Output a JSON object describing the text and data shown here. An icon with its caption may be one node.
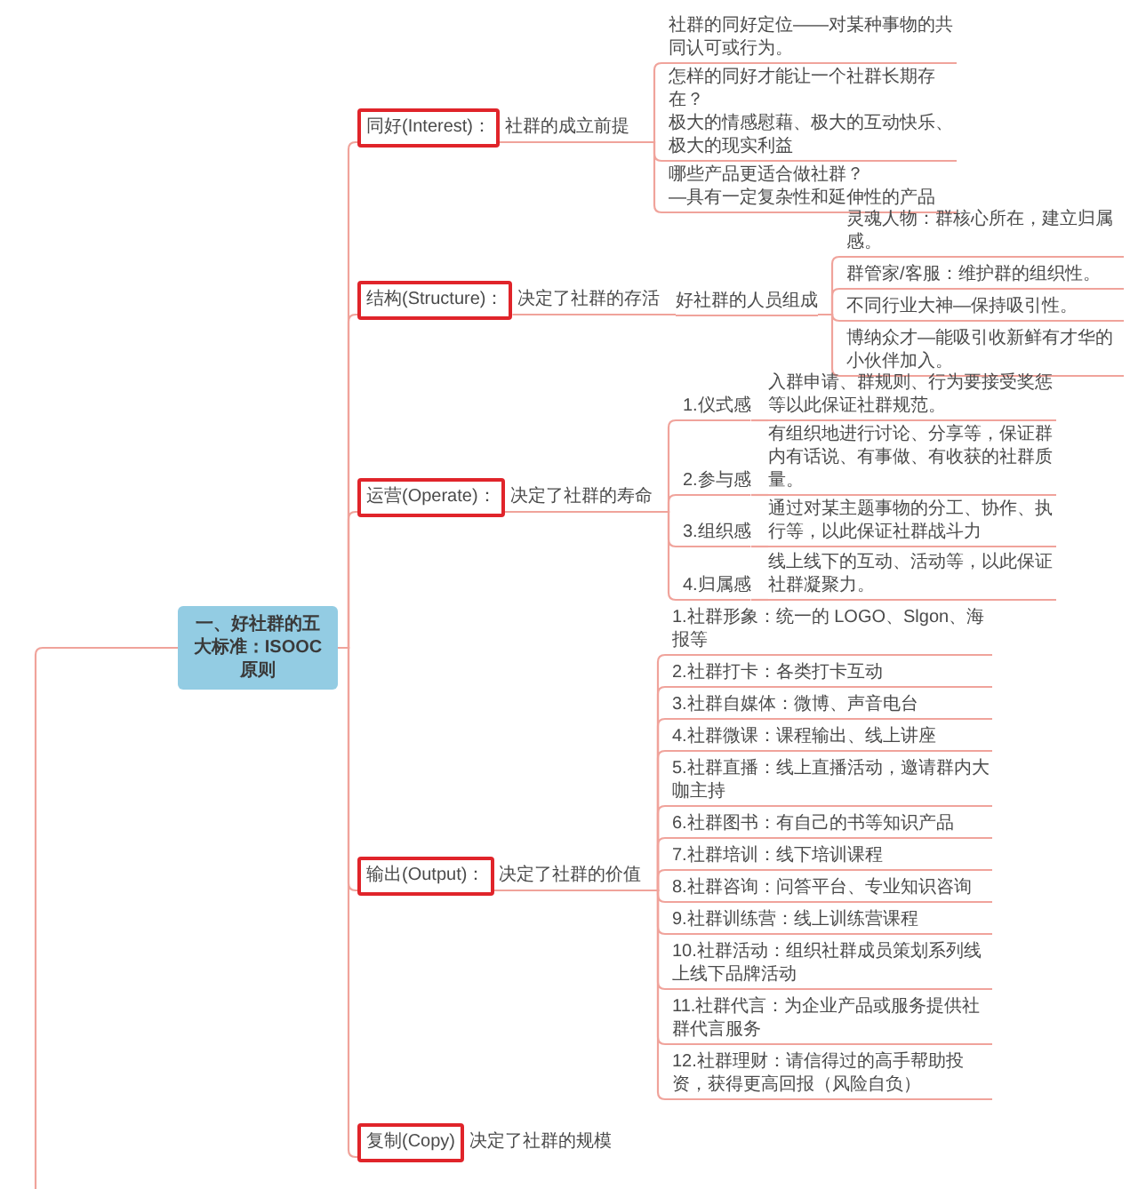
{
  "diagram": {
    "nodes": [
      {
        "text": [
          "一、好社群的五大标准：ISOOC原则"
        ]
      },
      {
        "text": [
          "同好(Interest)："
        ],
        "beside": [
          "社群的成立前提"
        ]
      },
      {
        "text": [
          "社群的同好定位——对某种事物的共同认可或行为。"
        ]
      },
      {
        "text": [
          "怎样的同好才能让一个社群长期存在？",
          "极大的情感慰藉、极大的互动快乐、极大的现实利益"
        ]
      },
      {
        "text": [
          "哪些产品更适合做社群？",
          "—具有一定复杂性和延伸性的产品"
        ]
      },
      {
        "text": [
          "结构(Structure)："
        ],
        "beside": [
          "决定了社群的存活"
        ]
      },
      {
        "text": [
          "好社群的人员组成"
        ]
      },
      {
        "text": [
          "灵魂人物：群核心所在，建立归属感。"
        ]
      },
      {
        "text": [
          "群管家/客服：维护群的组织性。"
        ]
      },
      {
        "text": [
          "不同行业大神—保持吸引性。"
        ]
      },
      {
        "text": [
          "博纳众才—能吸引收新鲜有才华的小伙伴加入。"
        ]
      },
      {
        "text": [
          "运营(Operate)："
        ],
        "beside": [
          "决定了社群的寿命"
        ]
      },
      {
        "text": [
          "1.仪式感"
        ]
      },
      {
        "text": [
          "入群申请、群规则、行为要接受奖惩等以此保证社群规范。"
        ]
      },
      {
        "text": [
          "2.参与感"
        ]
      },
      {
        "text": [
          "有组织地进行讨论、分享等，保证群内有话说、有事做、有收获的社群质量。"
        ]
      },
      {
        "text": [
          "3.组织感"
        ]
      },
      {
        "text": [
          "通过对某主题事物的分工、协作、执行等，以此保证社群战斗力"
        ]
      },
      {
        "text": [
          "4.归属感"
        ]
      },
      {
        "text": [
          "线上线下的互动、活动等，以此保证社群凝聚力。"
        ]
      },
      {
        "text": [
          "输出(Output)："
        ],
        "beside": [
          "决定了社群的价值"
        ]
      },
      {
        "text": [
          "1.社群形象：统一的 LOGO、Slgon、海报等"
        ]
      },
      {
        "text": [
          "2.社群打卡：各类打卡互动"
        ]
      },
      {
        "text": [
          "3.社群自媒体：微博、声音电台"
        ]
      },
      {
        "text": [
          "4.社群微课：课程输出、线上讲座"
        ]
      },
      {
        "text": [
          "5.社群直播：线上直播活动，邀请群内大咖主持"
        ]
      },
      {
        "text": [
          "6.社群图书：有自己的书等知识产品"
        ]
      },
      {
        "text": [
          "7.社群培训：线下培训课程"
        ]
      },
      {
        "text": [
          "8.社群咨询：问答平台、专业知识咨询"
        ]
      },
      {
        "text": [
          "9.社群训练营：线上训练营课程"
        ]
      },
      {
        "text": [
          "10.社群活动：组织社群成员策划系列线上线下品牌活动"
        ]
      },
      {
        "text": [
          "11.社群代言：为企业产品或服务提供社群代言服务"
        ]
      },
      {
        "text": [
          "12.社群理财：请信得过的高手帮助投资，获得更高回报（风险自负）"
        ]
      },
      {
        "text": [
          "复制(Copy)"
        ],
        "beside": [
          "决定了社群的规模"
        ]
      }
    ],
    "edges": [
      {
        "from": null,
        "to": 0,
        "arrow": "none"
      },
      {
        "from": 0,
        "to": 1,
        "arrow": "none"
      },
      {
        "from": 1,
        "to": 2,
        "arrow": "none"
      },
      {
        "from": 1,
        "to": 3,
        "arrow": "none"
      },
      {
        "from": 1,
        "to": 4,
        "arrow": "none"
      },
      {
        "from": 0,
        "to": 5,
        "arrow": "none"
      },
      {
        "from": 5,
        "to": 6,
        "arrow": "none"
      },
      {
        "from": 6,
        "to": 7,
        "arrow": "none"
      },
      {
        "from": 6,
        "to": 8,
        "arrow": "none"
      },
      {
        "from": 6,
        "to": 9,
        "arrow": "none"
      },
      {
        "from": 6,
        "to": 10,
        "arrow": "none"
      },
      {
        "from": 0,
        "to": 11,
        "arrow": "none"
      },
      {
        "from": 11,
        "to": 12,
        "arrow": "none"
      },
      {
        "from": 12,
        "to": 13,
        "arrow": "none"
      },
      {
        "from": 11,
        "to": 14,
        "arrow": "none"
      },
      {
        "from": 14,
        "to": 15,
        "arrow": "none"
      },
      {
        "from": 11,
        "to": 16,
        "arrow": "none"
      },
      {
        "from": 16,
        "to": 17,
        "arrow": "none"
      },
      {
        "from": 11,
        "to": 18,
        "arrow": "none"
      },
      {
        "from": 18,
        "to": 19,
        "arrow": "none"
      },
      {
        "from": 0,
        "to": 20,
        "arrow": "none"
      },
      {
        "from": 20,
        "to": 21,
        "arrow": "none"
      },
      {
        "from": 20,
        "to": 22,
        "arrow": "none"
      },
      {
        "from": 20,
        "to": 23,
        "arrow": "none"
      },
      {
        "from": 20,
        "to": 24,
        "arrow": "none"
      },
      {
        "from": 20,
        "to": 25,
        "arrow": "none"
      },
      {
        "from": 20,
        "to": 26,
        "arrow": "none"
      },
      {
        "from": 20,
        "to": 27,
        "arrow": "none"
      },
      {
        "from": 20,
        "to": 28,
        "arrow": "none"
      },
      {
        "from": 20,
        "to": 29,
        "arrow": "none"
      },
      {
        "from": 20,
        "to": 30,
        "arrow": "none"
      },
      {
        "from": 20,
        "to": 31,
        "arrow": "none"
      },
      {
        "from": 20,
        "to": 32,
        "arrow": "none"
      },
      {
        "from": 0,
        "to": 33,
        "arrow": "none"
      }
    ]
  }
}
